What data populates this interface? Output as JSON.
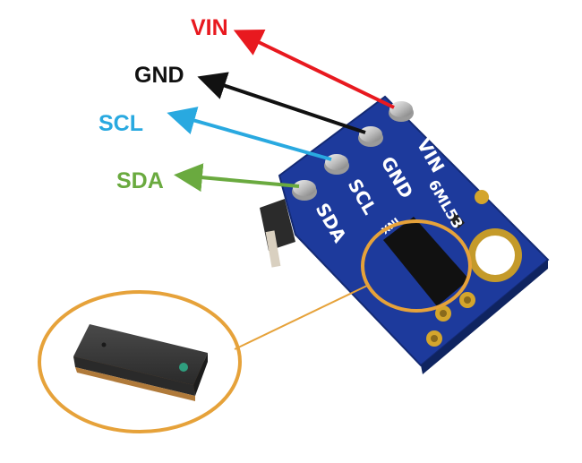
{
  "pins": [
    {
      "label": "VIN",
      "color": "#e8191f"
    },
    {
      "label": "GND",
      "color": "#111111"
    },
    {
      "label": "SCL",
      "color": "#29a9e0"
    },
    {
      "label": "SDA",
      "color": "#6aaa3f"
    }
  ],
  "board": {
    "silkscreen_pins": [
      "VIN",
      "GND",
      "SCL",
      "SDA"
    ],
    "part_number": "6ML53",
    "chip_marking": "XNI",
    "pcb_color": "#1d3a9c",
    "highlight_color": "#e6a23a"
  }
}
